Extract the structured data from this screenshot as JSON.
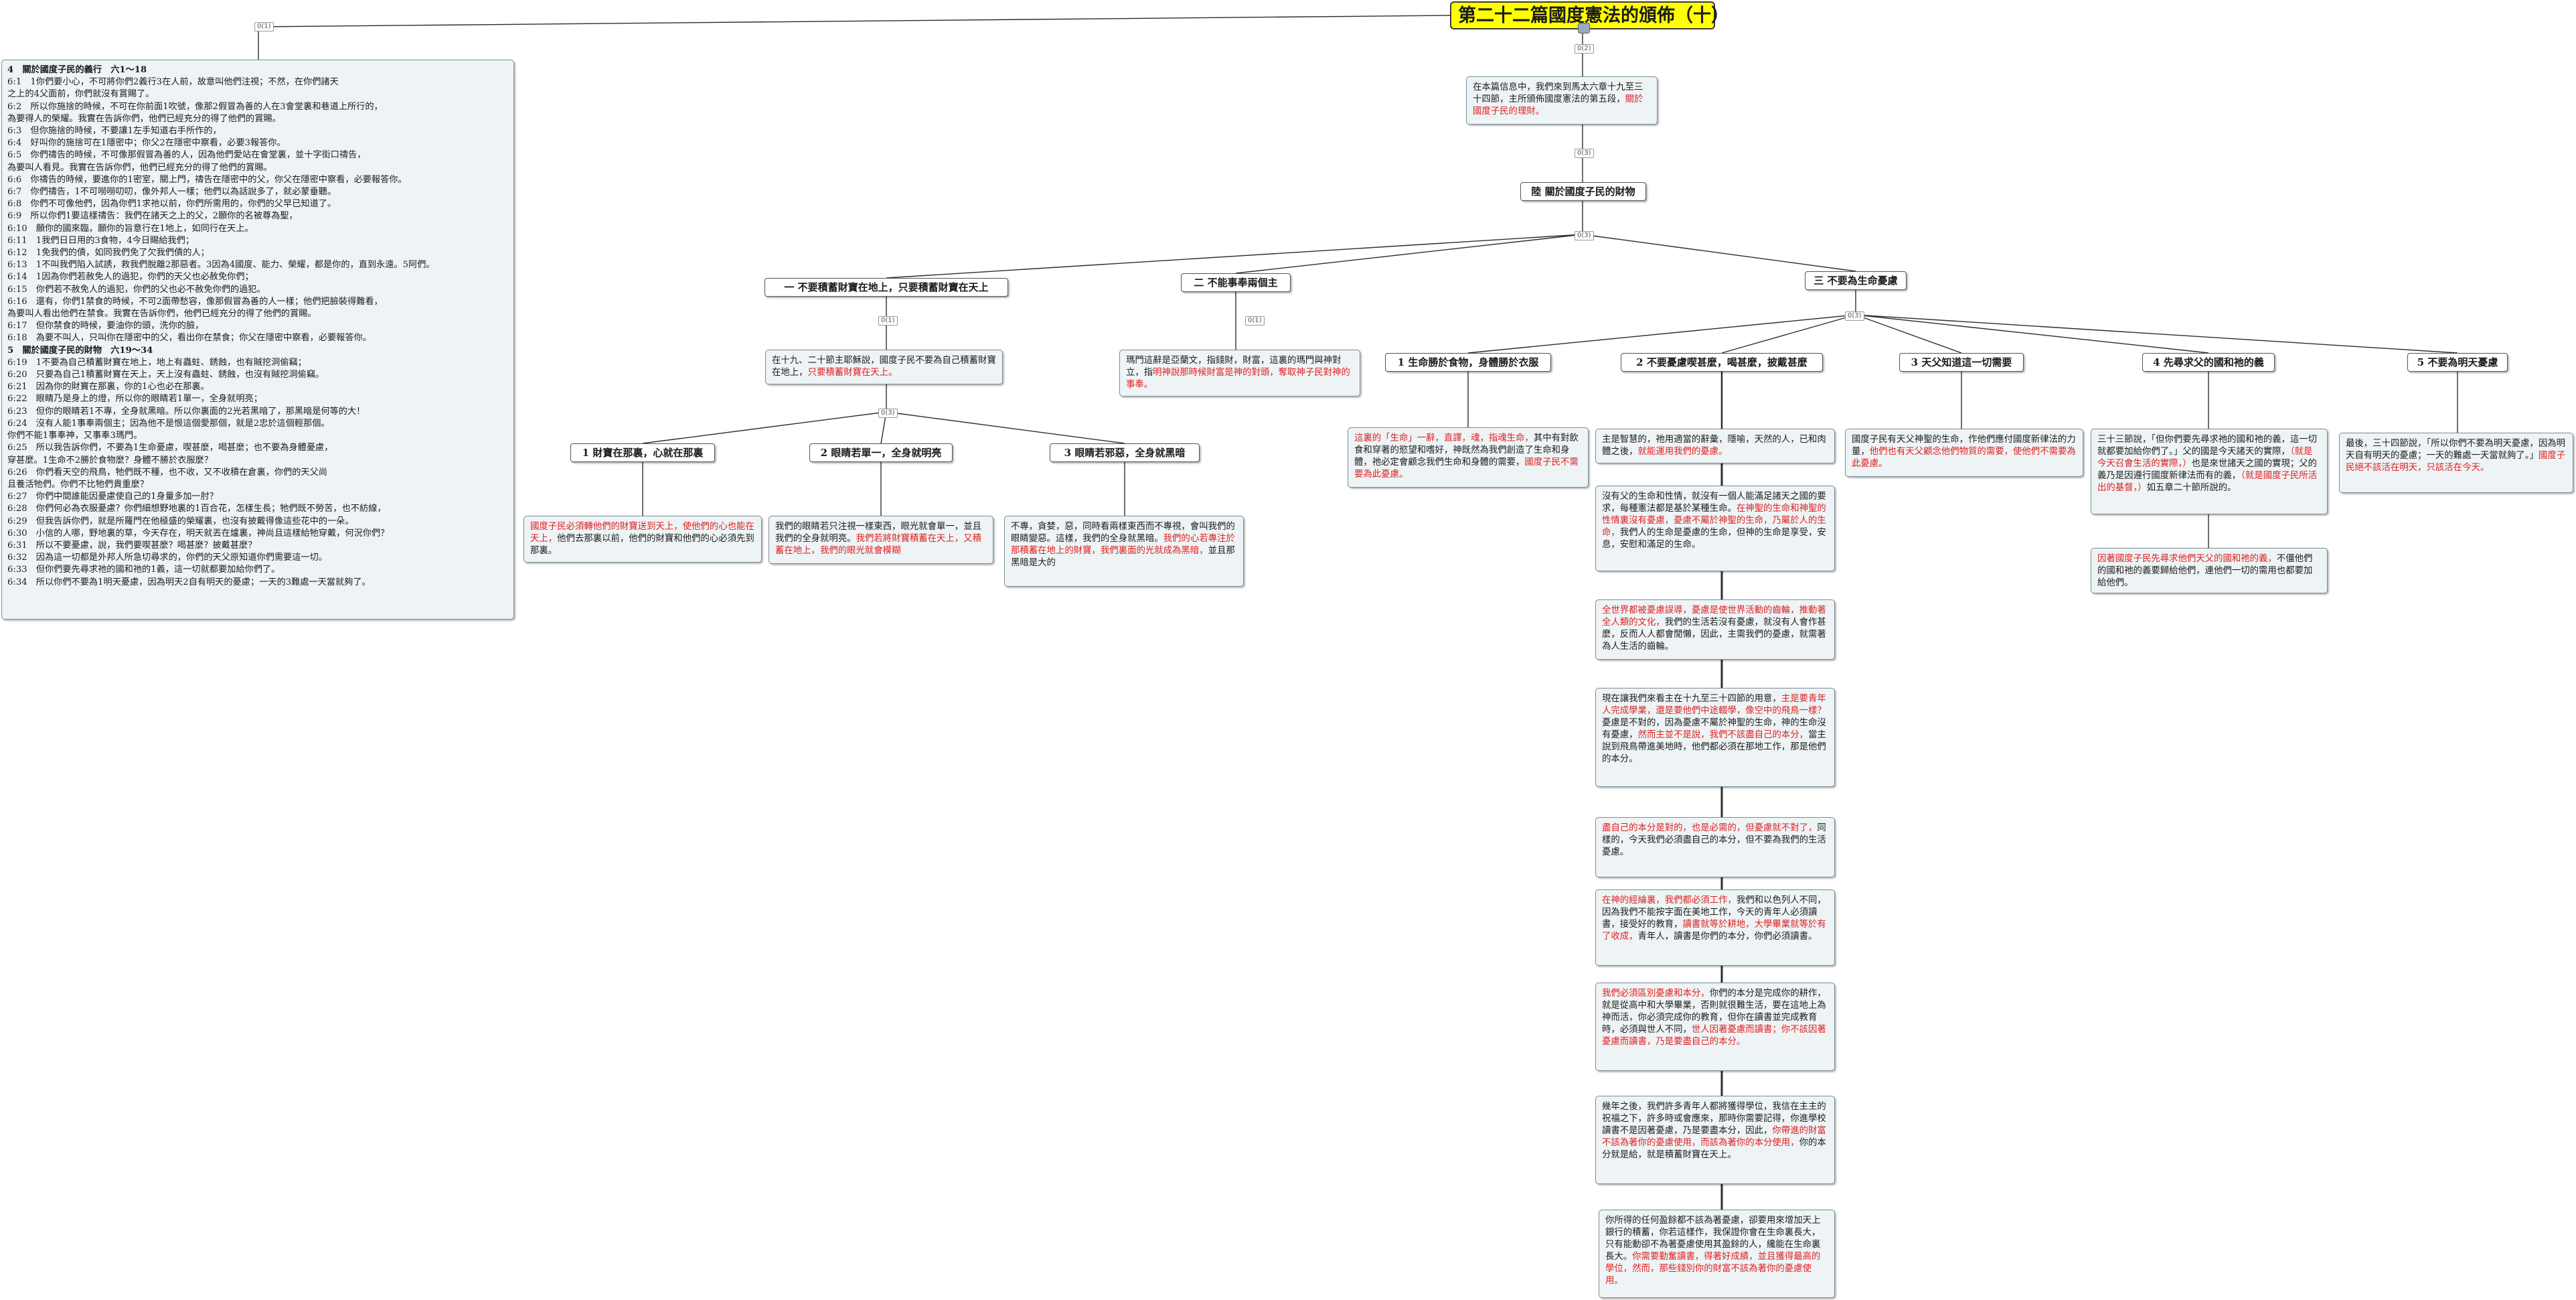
{
  "root": {
    "title": "第二十二篇國度憲法的頒佈（十）"
  },
  "collapsed_counts": {
    "left": "0(1)",
    "under_root": "0(2)",
    "intro": "0(3)",
    "major": "0(3)"
  },
  "left_panel": {
    "heading1": "4　關於國度子民的義行　六1～18",
    "lines1": [
      "6:1　1你們要小心，不可將你們2義行3在人前，故意叫他們注視；不然，在你們諸天",
      "之上的4父面前，你們就沒有賞賜了。",
      "6:2　所以你施捨的時候，不可在你前面1吹號，像那2假冒為善的人在3會堂裏和巷道上所行的，",
      "為要得人的榮耀。我實在告訴你們，他們已經充分的得了他們的賞賜。",
      "6:3　但你施捨的時候，不要讓1左手知道右手所作的，",
      "6:4　好叫你的施捨可在1隱密中；你父2在隱密中察看，必要3報答你。",
      "6:5　你們禱告的時候，不可像那假冒為善的人，因為他們愛站在會堂裏，並十字街口禱告，",
      "為要叫人看見。我實在告訴你們，他們已經充分的得了他們的賞賜。",
      "6:6　你禱告的時候，要進你的1密室，關上門，禱告在隱密中的父，你父在隱密中察看，必要報答你。",
      "6:7　你們禱告，1不可嘮嘮叨叨，像外邦人一樣；他們以為話說多了，就必蒙垂聽。",
      "6:8　你們不可像他們，因為你們1求祂以前，你們所需用的，你們的父早已知道了。",
      "6:9　所以你們1要這樣禱告：我們在諸天之上的父，2願你的名被尊為聖，",
      "6:10　願你的國來臨，願你的旨意行在1地上，如同行在天上。",
      "6:11　1我們日日用的3食物，4今日賜給我們；",
      "6:12　1免我們的債，如同我們免了欠我們債的人；",
      "6:13　1不叫我們陷入試誘，救我們脫離2那惡者。3因為4國度、能力、榮耀，都是你的，直到永遠。5阿們。",
      "6:14　1因為你們若赦免人的過犯，你們的天父也必赦免你們；",
      "6:15　你們若不赦免人的過犯，你們的父也必不赦免你們的過犯。",
      "6:16　還有，你們1禁食的時候，不可2面帶愁容，像那假冒為善的人一樣；他們把臉裝得難看，",
      "為要叫人看出他們在禁食。我實在告訴你們，他們已經充分的得了他們的賞賜。",
      "6:17　但你禁食的時候，要油你的頭，洗你的臉，",
      "6:18　為要不叫人，只叫你在隱密中的父，看出你在禁食；你父在隱密中察看，必要報答你。"
    ],
    "heading2": "5　關於國度子民的財物　六19～34",
    "lines2": [
      "6:19　1不要為自己積蓄財寶在地上，地上有蟲蛀、銹蝕，也有賊挖洞偷竊；",
      "6:20　只要為自己1積蓄財寶在天上，天上沒有蟲蛀、銹蝕，也沒有賊挖洞偷竊。",
      "6:21　因為你的財寶在那裏，你的1心也必在那裏。",
      "6:22　眼睛乃是身上的燈，所以你的眼睛若1單一，全身就明亮；",
      "6:23　但你的眼睛若1不專，全身就黑暗。所以你裏面的2光若黑暗了，那黑暗是何等的大！",
      "6:24　沒有人能1事奉兩個主；因為他不是恨這個愛那個，就是2忠於這個輕那個。",
      "你們不能1事奉神，又事奉3瑪門。",
      "6:25　所以我告訴你們，不要為1生命憂慮，喫甚麼，喝甚麼；也不要為身體憂慮，",
      "穿甚麼。1生命不2勝於食物麼？身體不勝於衣服麼？",
      "6:26　你們看天空的飛鳥，牠們既不種，也不收，又不收積在倉裏，你們的天父尚",
      "且養活牠們。你們不比牠們貴重麼？",
      "6:27　你們中間誰能因憂慮使自己的1身量多加一肘？",
      "6:28　你們何必為衣服憂慮？你們細想野地裏的1百合花，怎樣生長；牠們既不勞苦，也不紡線，",
      "6:29　但我告訴你們，就是所羅門在他極盛的榮耀裏，也沒有披戴得像這些花中的一朵。",
      "6:30　小信的人哪，野地裏的草，今天存在，明天就丟在爐裏，神尚且這樣給牠穿戴，何況你們？",
      "6:31　所以不要憂慮，說，我們要喫甚麼？喝甚麼？披戴甚麼？",
      "6:32　因為這一切都是外邦人所急切尋求的，你們的天父原知道你們需要這一切。",
      "6:33　但你們要先尋求祂的國和祂的1義，這一切就都要加給你們了。",
      "6:34　所以你們不要為1明天憂慮，因為明天2自有明天的憂慮；一天的3難處一天當就夠了。"
    ]
  },
  "intro": {
    "text": "在本篇信息中，我們來到馬太六章十九至三十四節，主所頒佈國度憲法的第五段，",
    "red": "關於國度子民的理財。"
  },
  "main_topic": {
    "label": "陸 關於國度子民的財物"
  },
  "branch1": {
    "title": "一 不要積蓄財寶在地上，只要積蓄財寶在天上",
    "note": {
      "text": "在十九、二十節主耶穌說，國度子民不要為自己積蓄財寶在地上，",
      "red": "只要積蓄財寶在天上。"
    },
    "subs": [
      {
        "title": "1 財寶在那裏，心就在那裏",
        "red": "國度子民必須轉他們的財寶送到天上，使他們的心也能在天上，",
        "text": "使他們的心也能在天上，他們去那裏以前，他們的財寶和他們的心必須先到那裏。",
        "plain": "他們去那裏以前，他們的財寶和他們的心必須先到那裏。"
      },
      {
        "title": "2 眼睛若單一，全身就明亮",
        "text": "我們的眼睛若只注視一樣東西，眼光就會單一，並且我們的全身就明亮。",
        "red": "我們若將財寶積蓄在天上，又積蓄在地上，我們的眼光就會模糊"
      },
      {
        "title": "3 眼睛若邪惡，全身就黑暗",
        "text": "不專，貪婪，惡，同時看兩樣東西而不專視，會叫我們的眼睛變惡。這樣，我們的全身就黑暗。",
        "red": "我們的心若專注於那積蓄在地上的財寶，我們裏面的光就成為黑暗，",
        "plain": "並且那黑暗是大的"
      }
    ]
  },
  "branch2": {
    "title": "二 不能事奉兩個主",
    "text": "瑪門這辭是亞蘭文，指錢財，財富，這裏的瑪門與神對立，指",
    "red": "明神說那時候財富是神的對頭，奪取神子民對神的事奉。"
  },
  "branch3": {
    "title": "三 不要為生命憂慮",
    "subs": [
      {
        "title": "1 生命勝於食物，身體勝於衣服",
        "red1": "這裏的「生命」一辭，直譯，魂，指魂生命，",
        "text": "其中有對飲食和穿著的慾望和嗜好，神既然為我們創造了生命和身體，祂必定會顧念我們生命和身體的需要，",
        "red2": "國度子民不需要為此憂慮。"
      },
      {
        "title": "2 不要憂慮喫甚麼，喝甚麼，披戴甚麼",
        "notes": [
          {
            "text": "主是智慧的，祂用適當的辭彙，隱喻，天然的人，已和肉體之後，",
            "red": "就能運用我們的憂慮。"
          },
          {
            "text": "沒有父的生命和性情，就沒有一個人能滿足諸天之國的要求，每種憲法都是基於某種生命。",
            "red": "在神聖的生命和神聖的性情裏沒有憂慮，憂慮不屬於神聖的生命，乃屬於人的生命，",
            "tail": "我們人的生命是憂慮的生命，但神的生命是享受，安息，安慰和滿足的生命。"
          },
          {
            "red": "全世界都被憂慮誤導，憂慮是使世界活動的齒輪，推動著全人類的文化，",
            "text": "我們的生活若沒有憂慮，就沒有人會作甚麼，反而人人都會閒懶，因此，主需我們的憂慮，就需著為人生活的齒輪。"
          },
          {
            "text": "現在讓我們來看主在十九至三十四節的用意，",
            "red": "主是要青年人完成學業，還是要他們中途輟學，像空中的飛鳥一樣？",
            "tail": "憂慮是不對的，因為憂慮不屬於神聖的生命，神的生命沒有憂慮，",
            "red2": "然而主並不是說，我們不該盡自己的本分，",
            "tail2": "當主說到飛鳥帶進美地時，他們都必須在那地工作，那是他們的本分。"
          },
          {
            "red": "盡自己的本分是對的，也是必需的，但憂慮就不對了，",
            "text": "同樣的，今天我們必須盡自己的本分，但不要為我們的生活憂慮。"
          },
          {
            "red": "在神的經綸裏，我們都必須工作，",
            "text": "我們和以色列人不同，因為我們不能按字面在美地工作，今天的青年人必須讀書，接受好的教育，",
            "red2": "讀書就等於耕地，大學畢業就等於有了收成，",
            "tail": "青年人，讀書是你們的本分，你們必須讀書。"
          },
          {
            "red": "我們必須區別憂慮和本分，",
            "text": "你們的本分是完成你的耕作，就是從高中和大學畢業，否則就很難生活，要在這地上為神而活，你必須完成你的教育，但你在讀書並完成教育時，必須與世人不同，",
            "red2": "世人因著憂慮而讀書；你不該因著憂慮而讀書，乃是要盡自己的本分。"
          },
          {
            "text": "幾年之後，我們許多青年人都將獲得學位，我信在主主的祝福之下，許多時或會應來，那時你需要記得，你進學校讀書不是因著憂慮，乃是要盡本分，因此，",
            "red": "你帶進的財富不該為著你的憂慮使用，而該為著你的本分使用，",
            "tail": "你的本分就是給，就是積蓄財寶在天上。"
          },
          {
            "text": "你所得的任何盈餘都不該為著憂慮，卻要用來增加天上銀行的積蓄，你若這樣作，我保證你會在生命裏長大，只有能動卻不為著憂慮使用其盈餘的人，纔能在生命裏長大。",
            "red": "你需要勤奮讀書，得著好成績，並且獲得最高的學位，然而，那些錢別你的財富不該為著你的憂慮使用。"
          }
        ]
      },
      {
        "title": "3 天父知道這一切需要",
        "text": "國度子民有天父神聖的生命，作他們應付國度新律法的力量，",
        "red": "他們也有天父顧念他們物質的需要，使他們不需要為此憂慮。"
      },
      {
        "title": "4 先尋求父的國和祂的義",
        "text": "三十三節說，「但你們要先尋求祂的國和祂的義，這一切就都要加給你們了。」父的國是今天諸天的實際，",
        "red": "（就是今天召會生活的實際，）",
        "tail": "也是來世諸天之國的實現；父的義乃是因遵行國度新律法而有的義，",
        "red2": "（就是國度子民所活出的基督，）",
        "tail2": "如五章二十節所說的。",
        "note2": {
          "red": "因著國度子民先尋求他們天父的國和祂的義，",
          "text": "不僵他們的國和祂的義要歸給他們，連他們一切的需用也都要加給他們。"
        }
      },
      {
        "title": "5 不要為明天憂慮",
        "text": "最後，三十四節說，「所以你們不要為明天憂慮，因為明天自有明天的憂慮；一天的難處一天當就夠了。」",
        "red": "國度子民絕不該活在明天，只該活在今天。"
      }
    ]
  }
}
